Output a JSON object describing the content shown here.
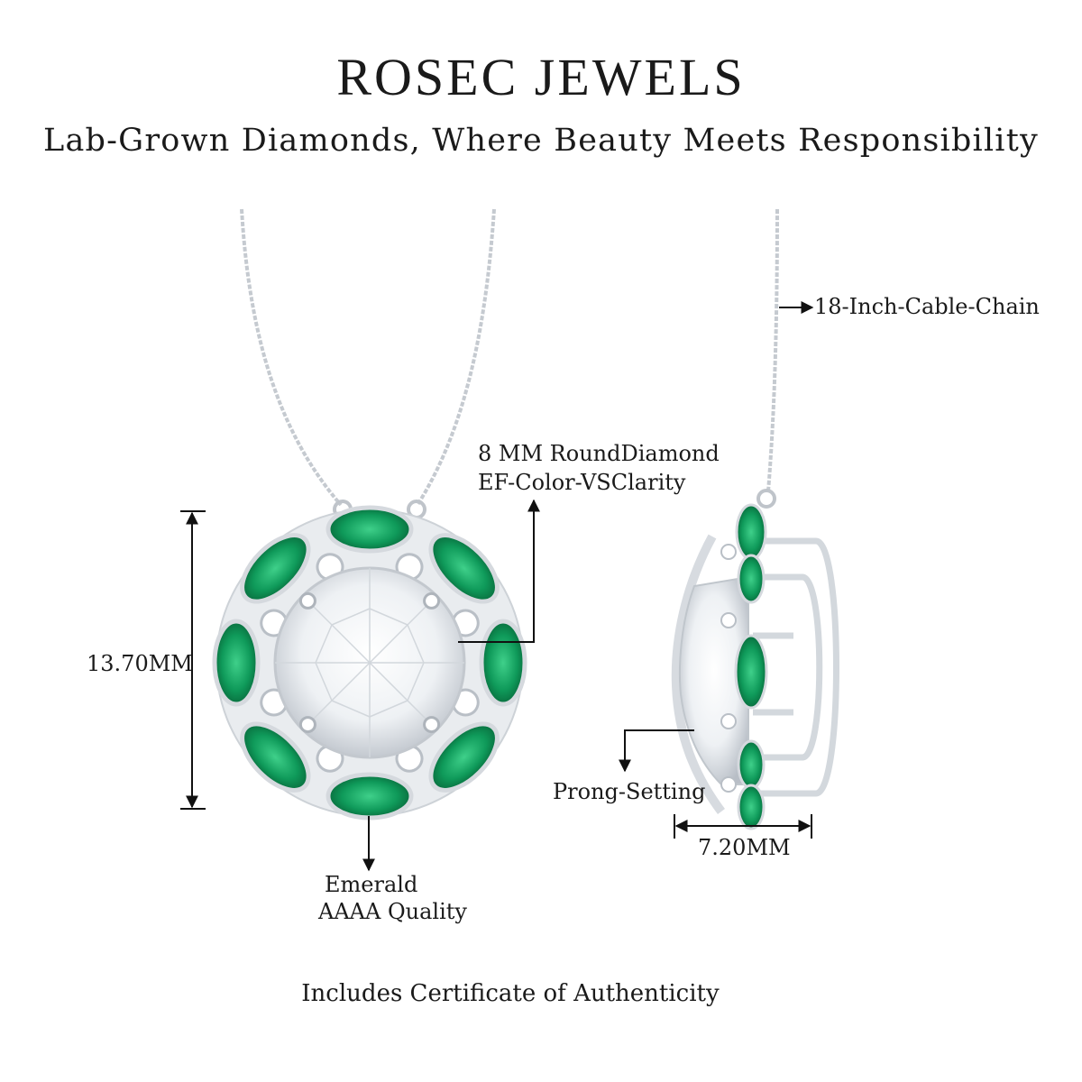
{
  "header": {
    "brand": "ROSEC JEWELS",
    "tagline": "Lab-Grown Diamonds, Where Beauty Meets Responsibility"
  },
  "annotations": {
    "chain": "18-Inch-Cable-Chain",
    "center_stone_line1": "8 MM RoundDiamond",
    "center_stone_line2": "EF-Color-VSClarity",
    "height": "13.70MM",
    "side_stone_line1": "Emerald",
    "side_stone_line2": "AAAA Quality",
    "setting": "Prong-Setting",
    "depth": "7.20MM"
  },
  "footer": {
    "note": "Includes Certificate of Authenticity"
  },
  "colors": {
    "emerald": "#0f9a5a",
    "emerald_dark": "#066b3c",
    "metal": "#c9ced4",
    "diamond": "#f4f6f8"
  }
}
